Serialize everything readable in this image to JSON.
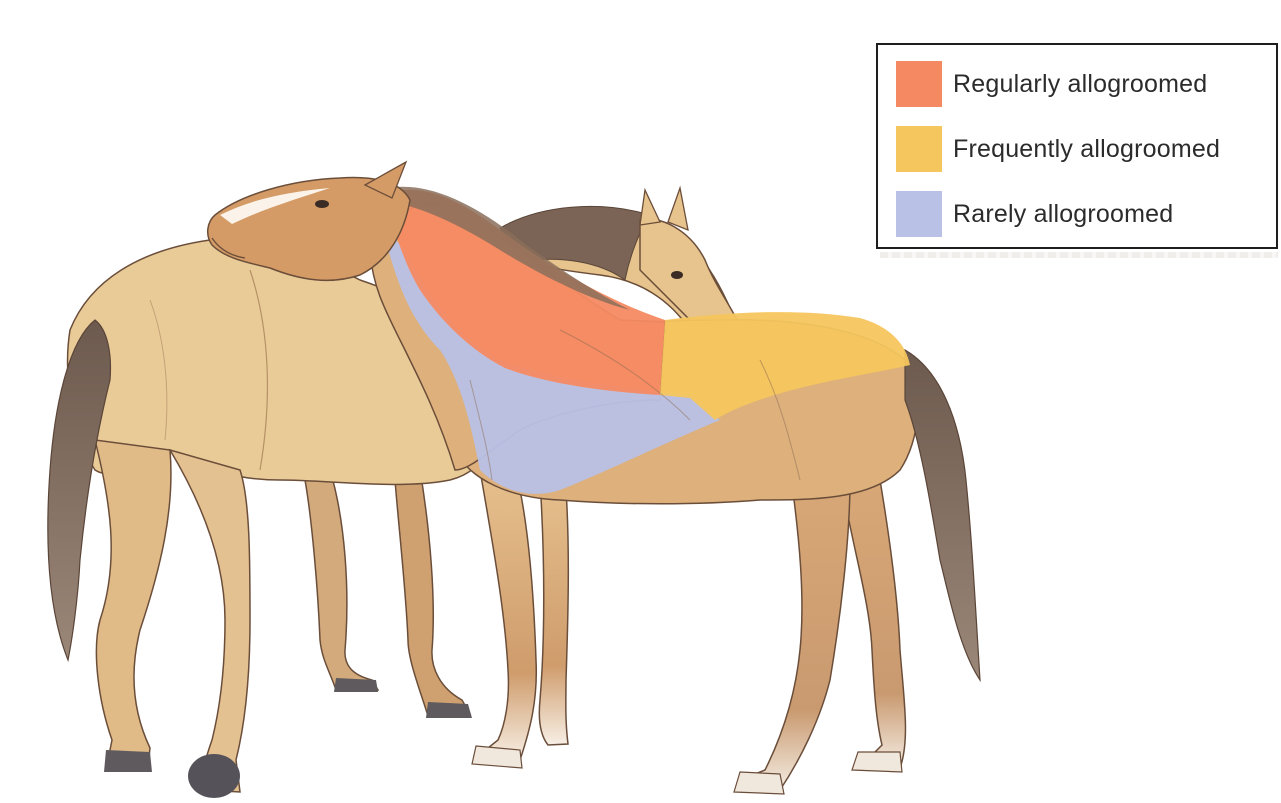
{
  "legend": {
    "items": [
      {
        "label": "Regularly allogroomed",
        "color": "#f58a62"
      },
      {
        "label": "Frequently allogroomed",
        "color": "#f6c65e"
      },
      {
        "label": "Rarely allogroomed",
        "color": "#b9c1e6"
      }
    ]
  },
  "colors": {
    "coat_light": "#e9cb98",
    "coat_dark": "#d9a877",
    "mane": "#7b6455",
    "hoof": "#5e5a5e",
    "outline": "#6b4e3a"
  }
}
